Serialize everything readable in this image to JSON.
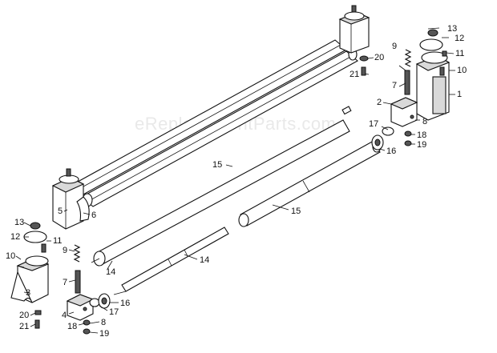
{
  "watermark": "eReplacementParts.com",
  "labels": {
    "p1": "1",
    "p2": "2",
    "p3": "3",
    "p4": "4",
    "p5": "5",
    "p6": "6",
    "p7a": "7",
    "p7b": "7",
    "p8a": "8",
    "p8b": "8",
    "p9a": "9",
    "p9b": "9",
    "p10a": "10",
    "p10b": "10",
    "p11a": "11",
    "p11b": "11",
    "p12a": "12",
    "p12b": "12",
    "p13a": "13",
    "p13b": "13",
    "p14a": "14",
    "p14b": "14",
    "p15a": "15",
    "p15b": "15",
    "p16a": "16",
    "p16b": "16",
    "p17a": "17",
    "p17b": "17",
    "p18a": "18",
    "p18b": "18",
    "p19a": "19",
    "p19b": "19",
    "p20a": "20",
    "p20b": "20",
    "p21a": "21",
    "p21b": "21"
  }
}
